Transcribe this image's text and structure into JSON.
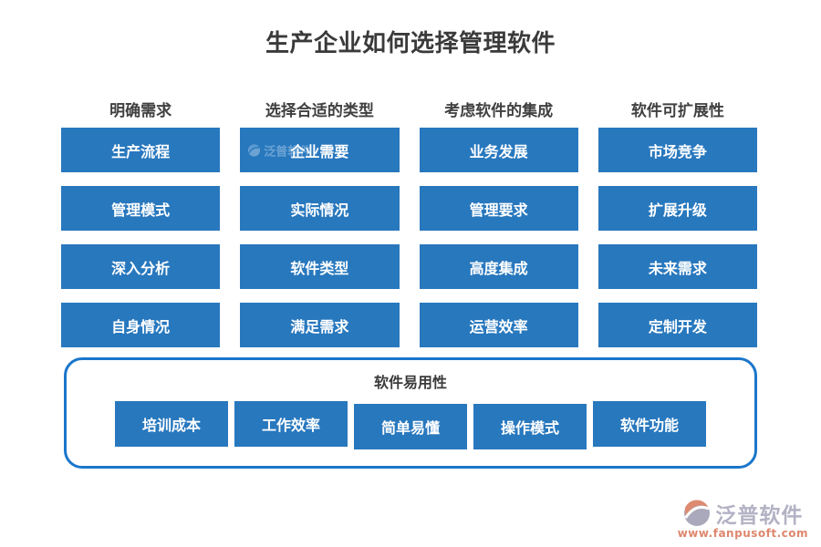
{
  "title": "生产企业如何选择管理软件",
  "colors": {
    "box_blue": "#2878be",
    "panel_border": "#1b76cb",
    "heading_text": "#3a3a3a",
    "box_text": "#ffffff",
    "logo_gray": "#a9a9bb",
    "logo_coral": "#dd8a70",
    "logo_url_text": "#dd876e"
  },
  "columns": [
    {
      "header": "明确需求",
      "items": [
        "生产流程",
        "管理模式",
        "深入分析",
        "自身情况"
      ]
    },
    {
      "header": "选择合适的类型",
      "items": [
        "企业需要",
        "实际情况",
        "软件类型",
        "满足需求"
      ]
    },
    {
      "header": "考虑软件的集成",
      "items": [
        "业务发展",
        "管理要求",
        "高度集成",
        "运营效率"
      ]
    },
    {
      "header": "软件可扩展性",
      "items": [
        "市场竞争",
        "扩展升级",
        "未来需求",
        "定制开发"
      ]
    }
  ],
  "bottom_panel": {
    "title": "软件易用性",
    "items": [
      "培训成本",
      "工作效率",
      "简单易懂",
      "操作模式",
      "软件功能"
    ]
  },
  "watermark": {
    "box_watermark_text": "泛普软件",
    "brand_name": "泛普软件",
    "brand_url": "www.fanpusoft.com"
  }
}
